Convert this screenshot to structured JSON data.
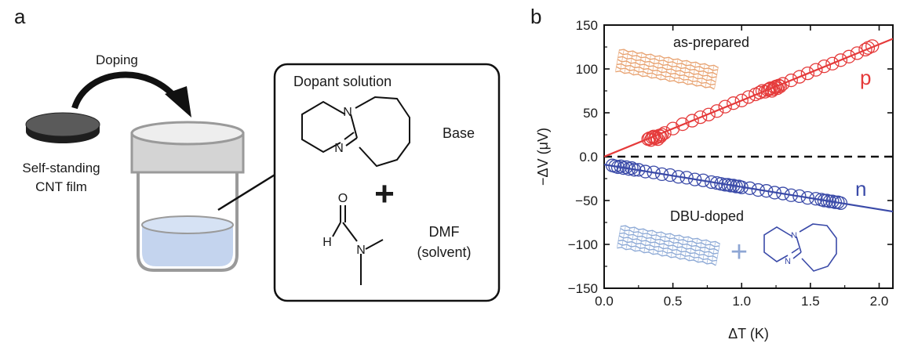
{
  "panel_a": {
    "label": "a",
    "doping_label": "Doping",
    "film_label_line1": "Self-standing",
    "film_label_line2": "CNT film",
    "box_title": "Dopant solution",
    "base_label": "Base",
    "base_n_top": "N",
    "base_n_bottom": "N",
    "plus": "+",
    "dmf_label": "DMF",
    "dmf_sublabel": "(solvent)",
    "dmf_o": "O",
    "dmf_h": "H",
    "dmf_n": "N"
  },
  "panel_b": {
    "label": "b",
    "inset_top_label": "as-prepared",
    "inset_bottom_label": "DBU-doped",
    "p_label": "p",
    "n_label": "n",
    "inset_plus": "+",
    "inset_n_top": "N",
    "inset_n_bottom": "N"
  },
  "colors": {
    "p_series": "#e53a3a",
    "n_series": "#3a4aa8",
    "cnt_orange": "#e8a372",
    "cnt_blue": "#8eaad6",
    "vial_liquid": "#c4d4ee",
    "vial_cap": "#d4d4d4",
    "film": "#4a4a4a"
  },
  "chart_data": {
    "type": "scatter",
    "xlabel": "ΔT (K)",
    "ylabel": "−ΔV (μV)",
    "xlim": [
      0,
      2.1
    ],
    "ylim": [
      -150,
      150
    ],
    "xticks": [
      "0.0",
      "0.5",
      "1.0",
      "1.5",
      "2.0"
    ],
    "xtick_values": [
      0,
      0.5,
      1.0,
      1.5,
      2.0
    ],
    "yticks": [
      "150",
      "100",
      "50",
      "0.0",
      "−50",
      "−100",
      "−150"
    ],
    "ytick_values": [
      150,
      100,
      50,
      0,
      -50,
      -100,
      -150
    ],
    "zero_line": "dashed",
    "series": [
      {
        "name": "p",
        "color": "#e53a3a",
        "fit": {
          "slope": 64,
          "intercept": 0
        },
        "x": [
          0.32,
          0.33,
          0.34,
          0.35,
          0.36,
          0.37,
          0.38,
          0.39,
          0.4,
          0.41,
          0.42,
          0.44,
          0.5,
          0.57,
          0.64,
          0.7,
          0.76,
          0.82,
          0.88,
          0.94,
          1.0,
          1.05,
          1.1,
          1.13,
          1.15,
          1.17,
          1.19,
          1.2,
          1.21,
          1.22,
          1.23,
          1.24,
          1.25,
          1.26,
          1.27,
          1.28,
          1.3,
          1.36,
          1.42,
          1.48,
          1.54,
          1.6,
          1.66,
          1.72,
          1.78,
          1.84,
          1.9,
          1.92,
          1.95
        ],
        "y": [
          20,
          21,
          19,
          22,
          23,
          21,
          22,
          20,
          24,
          23,
          25,
          27,
          32,
          37,
          41,
          45,
          48,
          52,
          57,
          61,
          64,
          68,
          71,
          73,
          75,
          74,
          76,
          77,
          78,
          75,
          77,
          79,
          80,
          78,
          81,
          80,
          83,
          87,
          91,
          95,
          99,
          103,
          106,
          110,
          114,
          118,
          122,
          124,
          126
        ]
      },
      {
        "name": "n",
        "color": "#3a4aa8",
        "fit": {
          "slope": -25.5,
          "intercept": -9
        },
        "x": [
          0.06,
          0.08,
          0.1,
          0.12,
          0.14,
          0.16,
          0.18,
          0.2,
          0.22,
          0.25,
          0.3,
          0.36,
          0.42,
          0.48,
          0.54,
          0.6,
          0.66,
          0.72,
          0.78,
          0.82,
          0.85,
          0.88,
          0.9,
          0.92,
          0.94,
          0.96,
          0.98,
          1.0,
          1.06,
          1.12,
          1.18,
          1.24,
          1.3,
          1.36,
          1.42,
          1.48,
          1.54,
          1.58,
          1.6,
          1.62,
          1.64,
          1.66,
          1.68,
          1.7,
          1.72
        ],
        "y": [
          -10,
          -11,
          -12,
          -11,
          -13,
          -12,
          -14,
          -13,
          -15,
          -15,
          -17,
          -18,
          -20,
          -21,
          -23,
          -24,
          -26,
          -27,
          -29,
          -30,
          -31,
          -32,
          -32,
          -33,
          -33,
          -34,
          -34,
          -35,
          -36,
          -38,
          -39,
          -41,
          -42,
          -44,
          -45,
          -47,
          -48,
          -49,
          -50,
          -50,
          -51,
          -51,
          -52,
          -52,
          -53
        ]
      }
    ]
  }
}
